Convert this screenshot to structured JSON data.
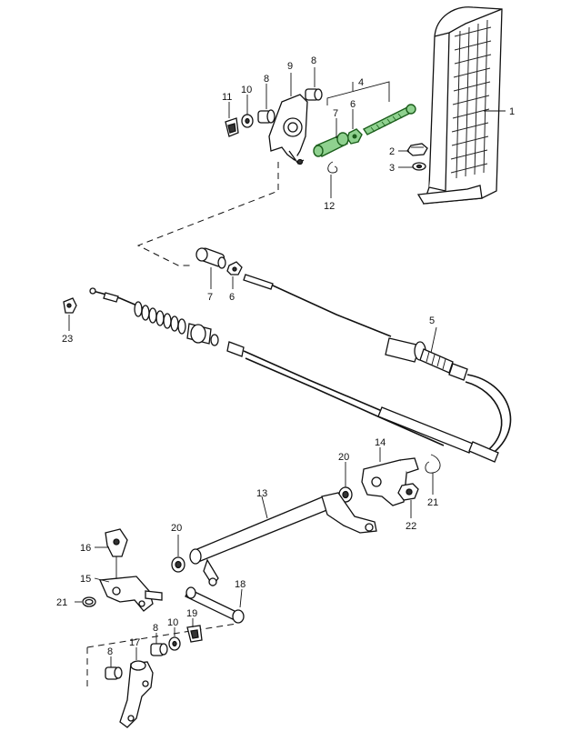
{
  "callouts": {
    "c1": "1",
    "c2": "2",
    "c3": "3",
    "c4": "4",
    "c5": "5",
    "c6a": "6",
    "c6b": "6",
    "c7a": "7",
    "c7b": "7",
    "c8a": "8",
    "c8b": "8",
    "c8c": "8",
    "c8d": "8",
    "c9": "9",
    "c10a": "10",
    "c10b": "10",
    "c11": "11",
    "c12": "12",
    "c13": "13",
    "c14": "14",
    "c15": "15",
    "c16": "16",
    "c17": "17",
    "c18": "18",
    "c19": "19",
    "c20a": "20",
    "c20b": "20",
    "c21a": "21",
    "c21b": "21",
    "c22": "22",
    "c23": "23"
  },
  "highlight_color": "#8fd18f"
}
